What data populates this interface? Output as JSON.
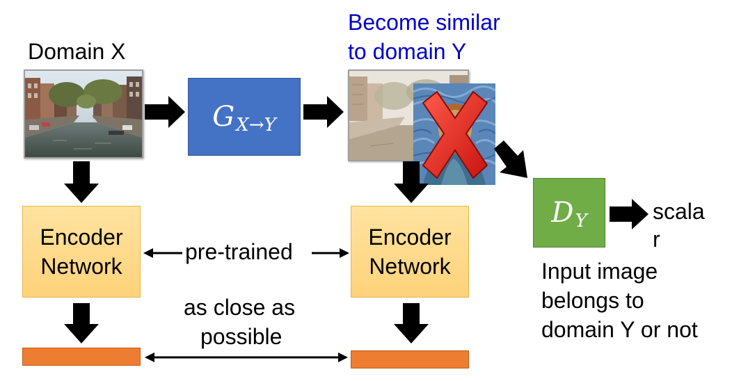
{
  "top_left_label": "Domain X",
  "top_right_label_line1": "Become similar",
  "top_right_label_line2": "to domain Y",
  "generator": {
    "symbol": "G",
    "subscript": "X→Y"
  },
  "discriminator": {
    "symbol": "D",
    "subscript": "Y"
  },
  "encoder_left": {
    "line1": "Encoder",
    "line2": "Network"
  },
  "encoder_right": {
    "line1": "Encoder",
    "line2": "Network"
  },
  "pretrained_label": "pre-trained",
  "close_label_line1": "as close as",
  "close_label_line2": "possible",
  "output_label_line1": "scala",
  "output_label_line2": "r",
  "description_line1": "Input image",
  "description_line2": "belongs to",
  "description_line3": "domain Y or not",
  "colors": {
    "generator": "#4472c4",
    "discriminator": "#70ad47",
    "encoder": "#ffd27a",
    "feature_bar": "#ed7d31",
    "title_blue": "#0000cc",
    "cross_red": "#e0201b"
  },
  "icons": {
    "arrows": "black-arrow",
    "cross": "red-x-icon"
  }
}
